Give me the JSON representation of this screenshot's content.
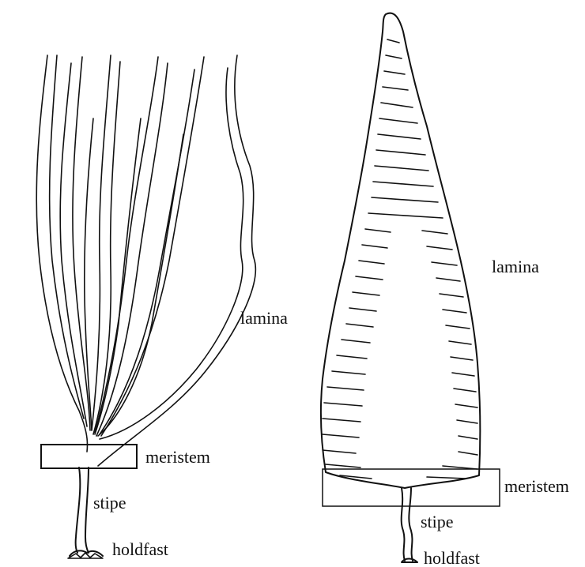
{
  "left_kelp": {
    "labels": {
      "lamina": "lamina",
      "meristem": "meristem",
      "stipe": "stipe",
      "holdfast": "holdfast"
    }
  },
  "right_kelp": {
    "labels": {
      "lamina": "lamina",
      "meristem": "meristem",
      "stipe": "stipe",
      "holdfast": "holdfast"
    }
  }
}
